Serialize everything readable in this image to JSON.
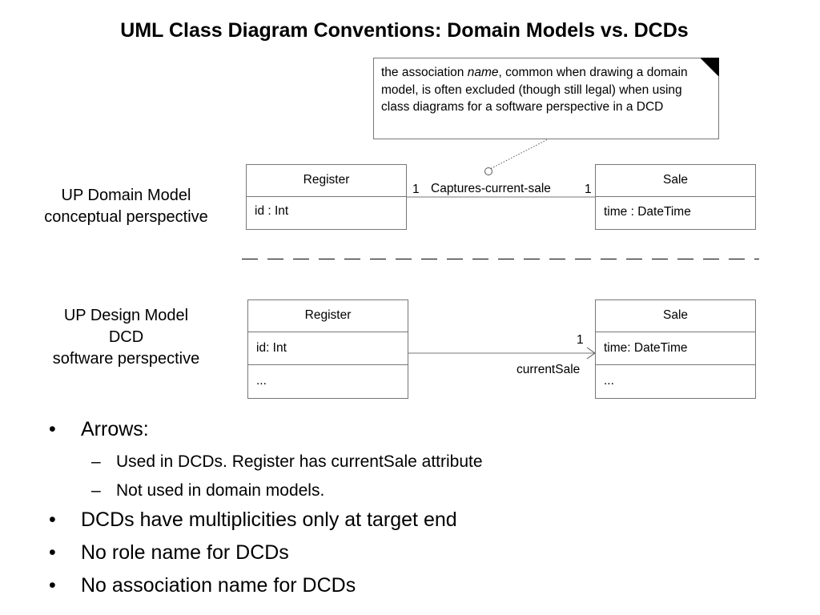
{
  "title": "UML Class Diagram Conventions: Domain Models vs. DCDs",
  "note": {
    "text_before": "the association ",
    "text_emphasis": "name",
    "text_after": ", common when drawing a domain model, is often excluded (though still legal) when using class diagrams for a software perspective in a DCD"
  },
  "domain_model": {
    "label_line1": "UP Domain Model",
    "label_line2": "conceptual perspective",
    "left_class": {
      "name": "Register",
      "attribute": "id : Int"
    },
    "right_class": {
      "name": "Sale",
      "attribute": "time : DateTime"
    },
    "association": {
      "name": "Captures-current-sale",
      "left_multiplicity": "1",
      "right_multiplicity": "1"
    }
  },
  "design_model": {
    "label_line1": "UP Design Model",
    "label_line2": "DCD",
    "label_line3": "software perspective",
    "left_class": {
      "name": "Register",
      "attribute": "id: Int",
      "operations": "..."
    },
    "right_class": {
      "name": "Sale",
      "attribute": "time: DateTime",
      "operations": "..."
    },
    "association": {
      "multiplicity": "1",
      "role_name": "currentSale"
    }
  },
  "bullets": [
    {
      "level": 1,
      "text": "Arrows:"
    },
    {
      "level": 2,
      "text": "Used in DCDs. Register has currentSale attribute"
    },
    {
      "level": 2,
      "text": "Not used in domain models."
    },
    {
      "level": 1,
      "text": "DCDs have multiplicities only at target end"
    },
    {
      "level": 1,
      "text": "No role name for DCDs"
    },
    {
      "level": 1,
      "text": "No association name for DCDs"
    }
  ],
  "colors": {
    "border": "#777777",
    "text": "#000000",
    "background": "#ffffff"
  }
}
